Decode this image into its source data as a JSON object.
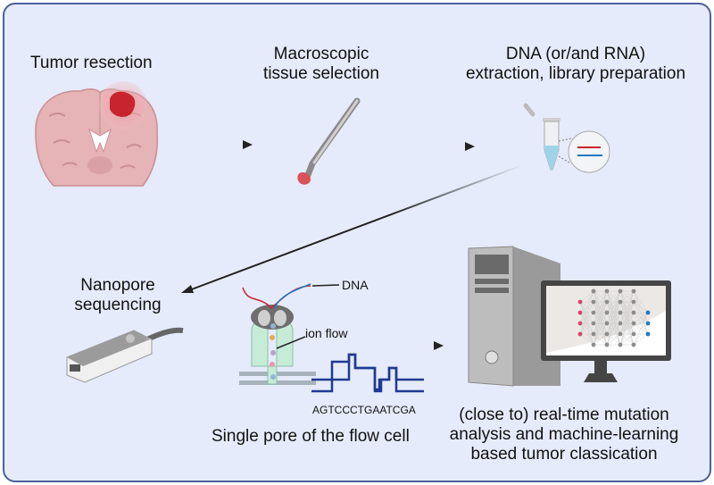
{
  "steps": {
    "tumor_resection": "Tumor resection",
    "tissue_selection": [
      "Macroscopic",
      "tissue selection"
    ],
    "extraction": [
      "DNA (or/and RNA)",
      "extraction, library preparation"
    ],
    "nanopore": [
      "Nanopore",
      "sequencing"
    ],
    "pore": "Single pore of the flow cell",
    "analysis": [
      "(close to) real-time mutation",
      "analysis and machine-learning",
      "based tumor classication"
    ]
  },
  "annotations": {
    "dna": "DNA",
    "ion_flow": "ion flow",
    "sequence": "AGTCCCTGAATCGA"
  },
  "colors": {
    "background": "#e5ebfa",
    "border": "#4c5f9d",
    "tumor": "#c8242f",
    "brain": "#e6b3b6",
    "signal": "#1f3a8f",
    "input_node": "#d6456a",
    "output_node": "#1e78c2"
  }
}
